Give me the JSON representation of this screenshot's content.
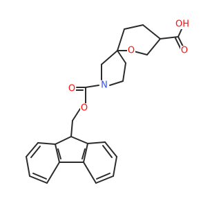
{
  "molecule": {
    "atoms": {
      "OH": "OH",
      "O_carbonyl_acid": "O",
      "O_ring": "O",
      "N": "N",
      "O_carbonyl_carbamate": "O",
      "O_ester": "O"
    }
  },
  "colors": {
    "bond": "#2b2b2b",
    "oxygen": "#ff0d0d",
    "nitrogen": "#3050f8"
  }
}
